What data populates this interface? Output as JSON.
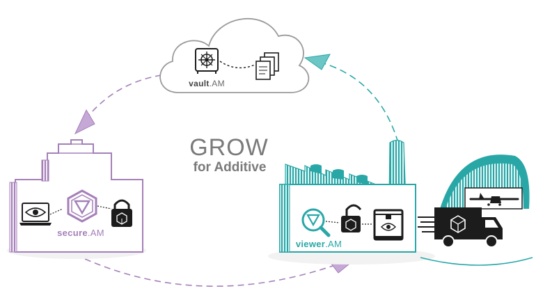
{
  "center": {
    "title": "GROW",
    "subtitle": "for Additive"
  },
  "vault": {
    "brand": "vault",
    "suffix": ".AM"
  },
  "secure": {
    "brand": "secure",
    "suffix": ".AM"
  },
  "viewer": {
    "brand": "viewer",
    "suffix": ".AM"
  },
  "icons": [
    "vault-safe-icon",
    "documents-icon",
    "laptop-eye-icon",
    "secure-logo-icon",
    "padlock-closed-icon",
    "viewer-search-icon",
    "padlock-open-icon",
    "3d-printer-icon",
    "truck-icon",
    "airplane-icon",
    "cloud-icon",
    "factory-icon",
    "building-icon",
    "hangar-icon"
  ],
  "colors": {
    "purple": "#a47fb8",
    "purple_light": "#f3ecf7",
    "teal": "#29a7a7",
    "teal_light": "#e2f4f4",
    "dark": "#1c1c1c",
    "gray": "#7a7a7a"
  }
}
